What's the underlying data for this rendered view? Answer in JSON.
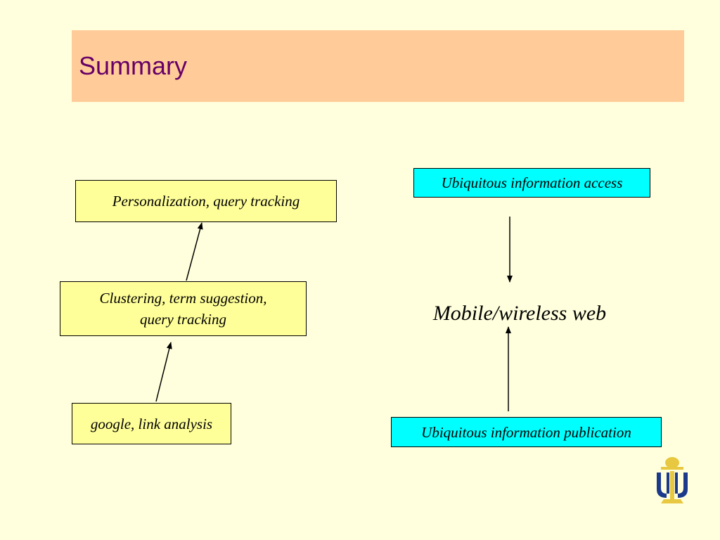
{
  "slide": {
    "title": "Summary"
  },
  "left_flow": {
    "top_box": "Personalization, query tracking",
    "middle_box_line1": "Clustering, term suggestion,",
    "middle_box_line2": "query tracking",
    "bottom_box": "google, link analysis"
  },
  "right_flow": {
    "top_box": "Ubiquitous information access",
    "center_label": "Mobile/wireless web",
    "bottom_box": "Ubiquitous information publication"
  },
  "colors": {
    "background": "#FFFFDD",
    "title_band": "#FFCC99",
    "title_text": "#660066",
    "yellow_box": "#FFFF99",
    "cyan_box": "#00FFFF"
  },
  "icons": {
    "logo": "university-logo"
  }
}
